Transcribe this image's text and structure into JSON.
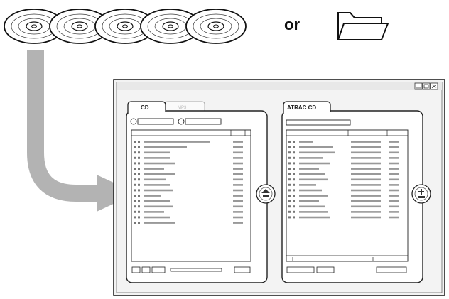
{
  "connector_text": "or",
  "source_discs": {
    "count": 5,
    "icon": "cd-disc-icon"
  },
  "folder": {
    "icon": "folder-icon"
  },
  "window": {
    "title_controls": [
      "minimize-icon",
      "maximize-icon",
      "close-icon"
    ],
    "left_panel": {
      "tabs": [
        {
          "label": "CD",
          "active": true
        },
        {
          "label": "MP3",
          "active": false
        }
      ],
      "track_rows": 16
    },
    "right_panel": {
      "tabs": [
        {
          "label": "ATRAC CD",
          "active": true
        }
      ],
      "track_rows": 15
    },
    "transfer_button_left": {
      "icon": "transfer-disc-icon"
    },
    "transfer_button_right": {
      "icon": "burn-disc-icon"
    }
  },
  "flow_arrow": {
    "icon": "gray-curved-arrow-icon",
    "color": "#b3b3b3"
  }
}
